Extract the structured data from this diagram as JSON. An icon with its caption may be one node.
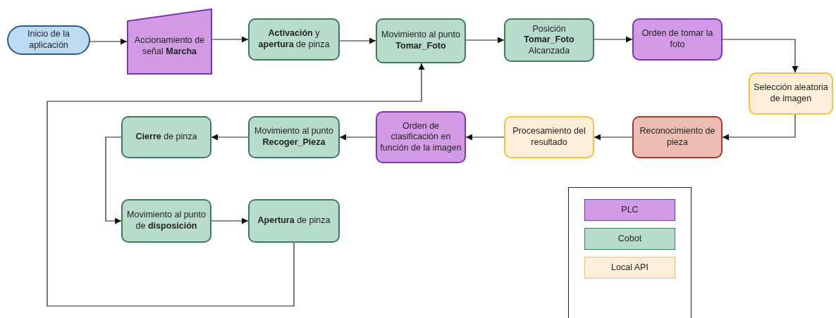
{
  "diagram": {
    "nodes": [
      {
        "text": [
          "Inicio de la aplicación"
        ]
      },
      {
        "text": [
          "Accionamiento de señal **Marcha**"
        ]
      },
      {
        "text": [
          "**Activación** y **apertura** de pinza"
        ]
      },
      {
        "text": [
          "Movimiento al punto **Tomar_Foto**"
        ]
      },
      {
        "text": [
          "Posición **Tomar_Foto** Alcanzada"
        ]
      },
      {
        "text": [
          "Orden de tomar la foto"
        ]
      },
      {
        "text": [
          "Selección aleatoria de imagen"
        ]
      },
      {
        "text": [
          "Reconocimiento de pieza"
        ]
      },
      {
        "text": [
          "Procesamiento del resultado"
        ]
      },
      {
        "text": [
          "Orden de clasificación en función de la imagen"
        ]
      },
      {
        "text": [
          "Movimiento al punto **Recoger_Pieza**"
        ]
      },
      {
        "text": [
          "**Cierre** de pinza"
        ]
      },
      {
        "text": [
          "Movimiento al punto de **disposición**"
        ]
      },
      {
        "text": [
          "**Apertura** de pinza"
        ]
      }
    ],
    "edges": [
      {
        "from": 0,
        "to": 1,
        "arrow": "to"
      },
      {
        "from": 1,
        "to": 2,
        "arrow": "to"
      },
      {
        "from": 2,
        "to": 3,
        "arrow": "to"
      },
      {
        "from": 3,
        "to": 4,
        "arrow": "to"
      },
      {
        "from": 4,
        "to": 5,
        "arrow": "to"
      },
      {
        "from": 5,
        "to": 6,
        "arrow": "to"
      },
      {
        "from": 6,
        "to": 7,
        "arrow": "to"
      },
      {
        "from": 7,
        "to": 8,
        "arrow": "to"
      },
      {
        "from": 8,
        "to": 9,
        "arrow": "to"
      },
      {
        "from": 9,
        "to": 10,
        "arrow": "to"
      },
      {
        "from": 10,
        "to": 11,
        "arrow": "to"
      },
      {
        "from": 11,
        "to": 12,
        "arrow": "to"
      },
      {
        "from": 12,
        "to": 13,
        "arrow": "to"
      },
      {
        "from": 13,
        "to": 3,
        "arrow": "to"
      }
    ],
    "legend": [
      {
        "text": "PLC",
        "color": "#d39be6"
      },
      {
        "text": "Cobot",
        "color": "#b8dccb"
      },
      {
        "text": "Local API",
        "color": "#fdeed9"
      }
    ]
  }
}
